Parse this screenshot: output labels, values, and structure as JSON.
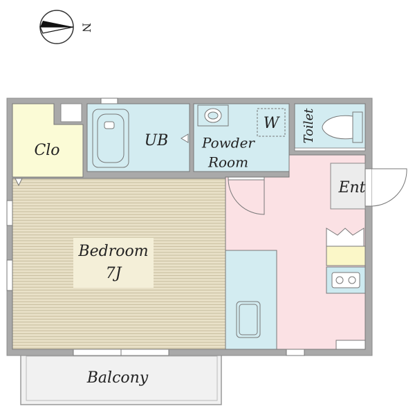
{
  "compass": {
    "label": "N",
    "icon": "north-arrow-icon"
  },
  "rooms": {
    "closet": "Clo",
    "bath": "UB",
    "powder_line1": "Powder",
    "powder_line2": "Room",
    "washer": "W",
    "toilet": "Toilet",
    "entrance": "Ent",
    "bedroom_line1": "Bedroom",
    "bedroom_line2": "7J",
    "balcony": "Balcony"
  },
  "colors": {
    "wall": "#a9a9a9",
    "wall_stroke": "#8c8c8c",
    "closet": "#fbfbd6",
    "wet_area": "#d3ecf1",
    "kitchen_floor": "#fbe1e4",
    "bedroom_floor": "#e9e1c8",
    "bedroom_stripe": "#c9bfa1",
    "label_box": "#f4efd8",
    "counter_yellow": "#fbf7c8",
    "stove": "#cdeaf0",
    "balcony_fill": "#f1f1f1"
  }
}
